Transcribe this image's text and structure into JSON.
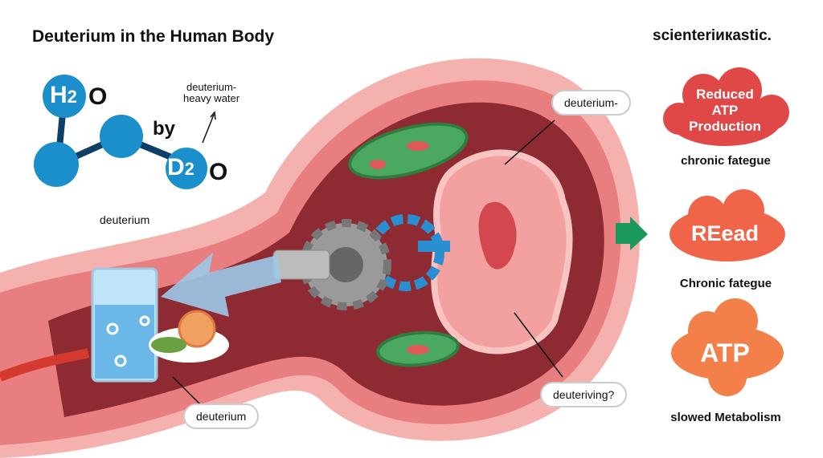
{
  "header": {
    "title": "Deuterium in the Human Body",
    "brand": "scienteriикastic."
  },
  "molecule": {
    "h2o": {
      "main": "H",
      "sub": "2",
      "o": "O"
    },
    "d2o": {
      "main": "D",
      "sub": "2",
      "o": "O"
    },
    "connector": "by",
    "note": [
      "deuterium-",
      "heavy water"
    ],
    "label": "deuterium"
  },
  "callouts": {
    "top": "deuterium-",
    "bottom_right": "deuteriving?",
    "bottom_left": "deuterium"
  },
  "effects": [
    {
      "cloud": [
        "Reduced",
        "ATP",
        "Production"
      ],
      "caption": "chronic fategue",
      "color": "#e04848"
    },
    {
      "cloud": [
        "REead"
      ],
      "caption": "Chronic fategue",
      "color": "#f0654a"
    },
    {
      "cloud": [
        "ATP"
      ],
      "caption": "slowed Metabolism",
      "color": "#f28048"
    }
  ],
  "colors": {
    "molecule": "#1a8fcc",
    "arrow": "#1a9a5a",
    "tissue": "#e8858a",
    "inner": "#8e2a32"
  }
}
